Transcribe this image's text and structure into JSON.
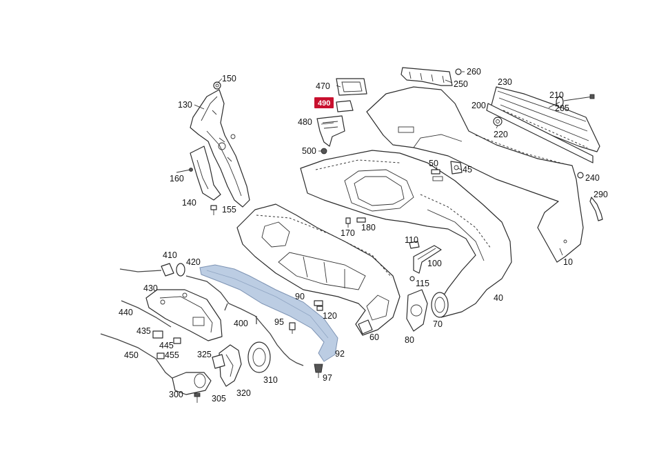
{
  "diagram": {
    "colors": {
      "highlight": "#c8102e",
      "blue_part": "#bccde3",
      "line": "#2a2a2a"
    },
    "highlighted_label": "490",
    "labels": {
      "l10": "10",
      "l40": "40",
      "l45": "45",
      "l50": "50",
      "l60": "60",
      "l70": "70",
      "l80": "80",
      "l90": "90",
      "l92": "92",
      "l95": "95",
      "l97": "97",
      "l100": "100",
      "l110": "110",
      "l115": "115",
      "l120": "120",
      "l130": "130",
      "l140": "140",
      "l150": "150",
      "l155": "155",
      "l160": "160",
      "l170": "170",
      "l180": "180",
      "l200": "200",
      "l205": "205",
      "l210": "210",
      "l220": "220",
      "l230": "230",
      "l240": "240",
      "l250": "250",
      "l260": "260",
      "l290": "290",
      "l300": "300",
      "l305": "305",
      "l310": "310",
      "l320": "320",
      "l325": "325",
      "l400": "400",
      "l410": "410",
      "l420": "420",
      "l430": "430",
      "l435": "435",
      "l440": "440",
      "l445": "445",
      "l450": "450",
      "l455": "455",
      "l470": "470",
      "l480": "480",
      "l490": "490",
      "l500": "500"
    }
  }
}
